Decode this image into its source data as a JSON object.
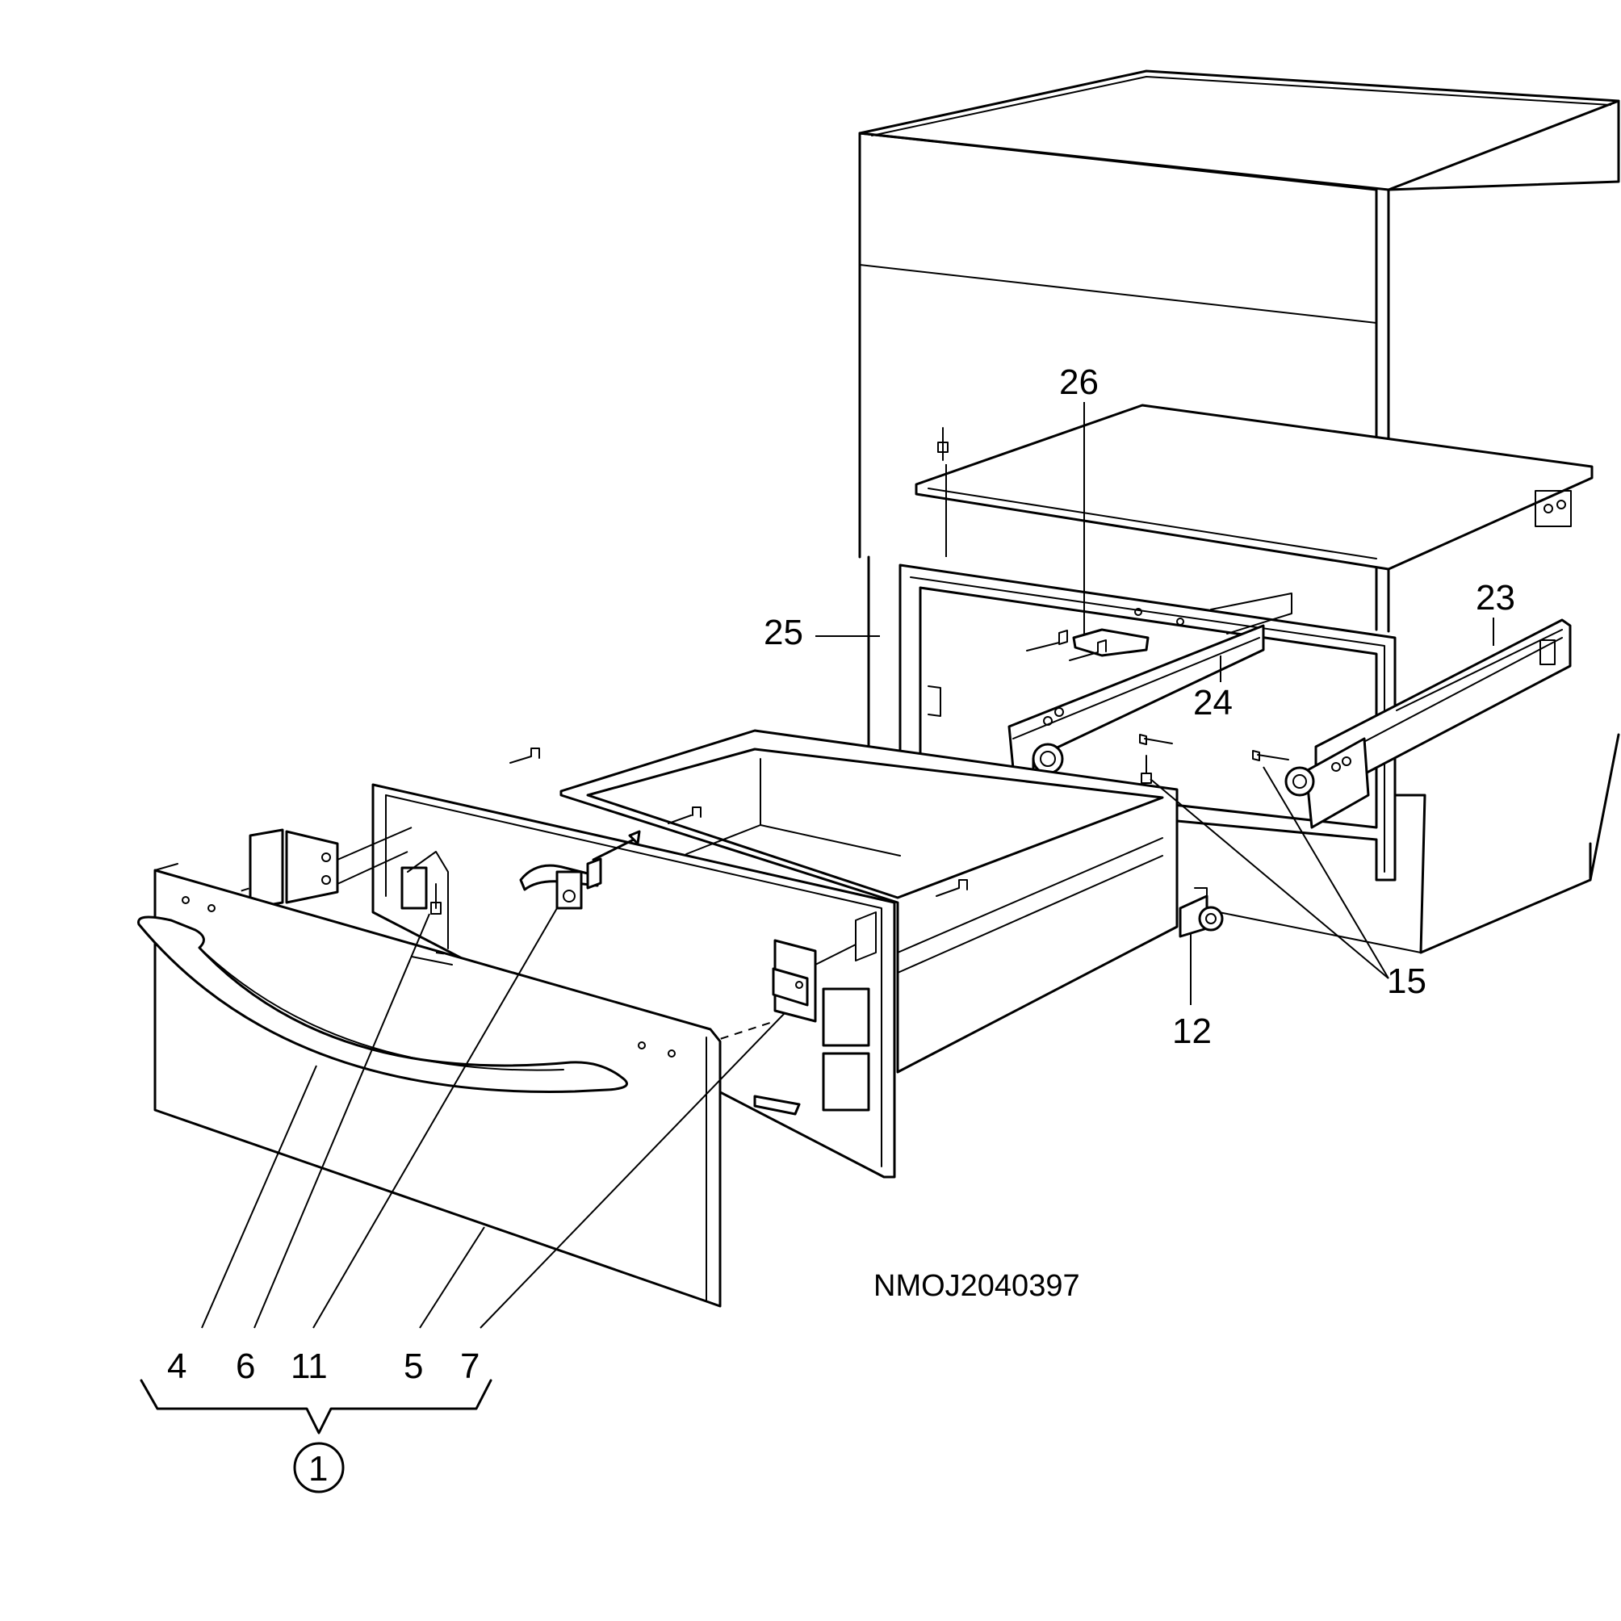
{
  "callouts": {
    "c26": "26",
    "c25": "25",
    "c24": "24",
    "c23": "23",
    "c15": "15",
    "c12": "12",
    "c4": "4",
    "c6": "6",
    "c11": "11",
    "c5": "5",
    "c7": "7"
  },
  "assembly_number": "1",
  "drawing_code": "NMOJ2040397"
}
